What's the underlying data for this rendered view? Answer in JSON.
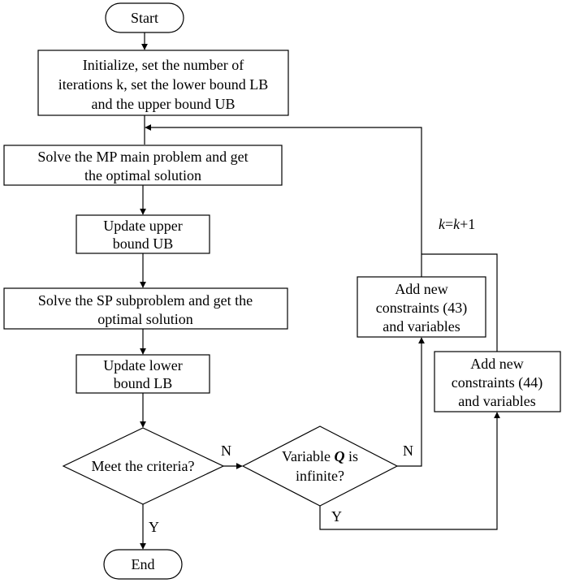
{
  "colors": {
    "stroke": "#000000",
    "background": "#ffffff",
    "text": "#000000"
  },
  "nodes": {
    "start": {
      "label": "Start"
    },
    "initialize": {
      "line1": "Initialize, set the number of",
      "line2": "iterations k, set the lower bound LB",
      "line3": "and the upper bound UB"
    },
    "solve_mp": {
      "line1": "Solve the MP main problem and get",
      "line2": "the optimal solution"
    },
    "update_ub": {
      "line1": "Update upper",
      "line2": "bound UB"
    },
    "solve_sp": {
      "line1": "Solve the SP subproblem and get the",
      "line2": "optimal solution"
    },
    "update_lb": {
      "line1": "Update lower",
      "line2": "bound LB"
    },
    "criteria": {
      "label": "Meet the criteria?"
    },
    "infinite_check": {
      "line1_prefix": "Variable ",
      "line1_var": "Q",
      "line1_suffix": " is",
      "line2": "infinite?"
    },
    "add_43": {
      "line1": "Add new",
      "line2": "constraints (43)",
      "line3": "and variables"
    },
    "add_44": {
      "line1": "Add new",
      "line2": "constraints (44)",
      "line3": "and variables"
    },
    "end": {
      "label": "End"
    }
  },
  "edge_labels": {
    "criteria_no": "N",
    "criteria_yes": "Y",
    "infinite_no": "N",
    "infinite_yes": "Y",
    "iteration": {
      "k1": "k",
      "eq": "=",
      "k2": "k",
      "plus": "+1"
    }
  }
}
